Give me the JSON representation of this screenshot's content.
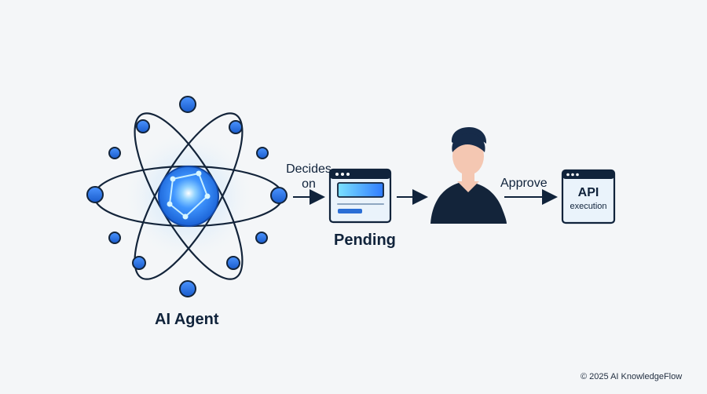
{
  "labels": {
    "agent": "AI Agent",
    "decides": [
      "Decides",
      "on"
    ],
    "pending": "Pending",
    "approve": "Approve",
    "api_title": "API",
    "api_sub": "execution",
    "copyright": "© 2025 AI KnowledgeFlow"
  },
  "icons": {
    "agent": "atom-icon",
    "pending": "browser-window-icon",
    "human": "person-icon",
    "api": "api-window-icon"
  },
  "colors": {
    "background": "#f4f6f8",
    "navy": "#10233b",
    "blue": "#1b66d8",
    "bright_blue": "#46a6ff",
    "light_blue": "#d9ecff",
    "skin": "#f4c7b2"
  }
}
